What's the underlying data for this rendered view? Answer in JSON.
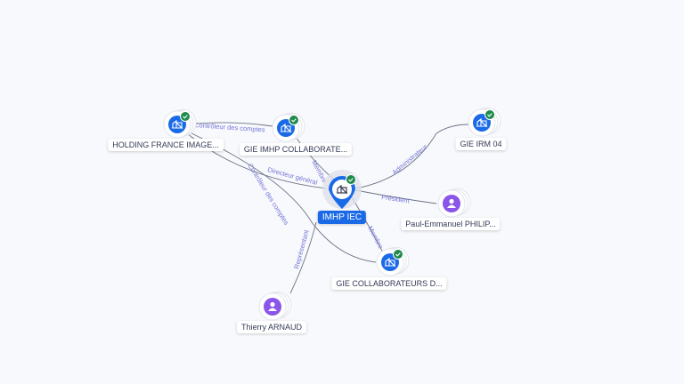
{
  "nodes": {
    "center": {
      "label": "IMHP IEC",
      "type": "company",
      "verified": true
    },
    "holding": {
      "label": "HOLDING FRANCE IMAGE...",
      "type": "company",
      "verified": true
    },
    "gie_imhp": {
      "label": "GIE IMHP COLLABORATE...",
      "type": "company",
      "verified": true
    },
    "gie_irm": {
      "label": "GIE IRM 04",
      "type": "company",
      "verified": true
    },
    "paul": {
      "label": "Paul-Emmanuel PHILIP...",
      "type": "person"
    },
    "gie_collab": {
      "label": "GIE COLLABORATEURS D...",
      "type": "company",
      "verified": true
    },
    "thierry": {
      "label": "Thierry ARNAUD",
      "type": "person"
    }
  },
  "edges": {
    "holding_gie_imhp": "Contrôleur des comptes",
    "gie_imhp_center": "Membre",
    "holding_center": "Directeur général",
    "holding_gie_collab": "Contrôleur des comptes",
    "center_gie_irm": "Administrateur",
    "paul_center": "Président",
    "center_gie_collab": "Membre",
    "thierry_center": "Représentant"
  },
  "colors": {
    "company": "#1a6ae8",
    "person": "#8a55e8",
    "verified": "#1f8a4c",
    "edge": "#6e7387",
    "edge_label": "#7474d8"
  }
}
